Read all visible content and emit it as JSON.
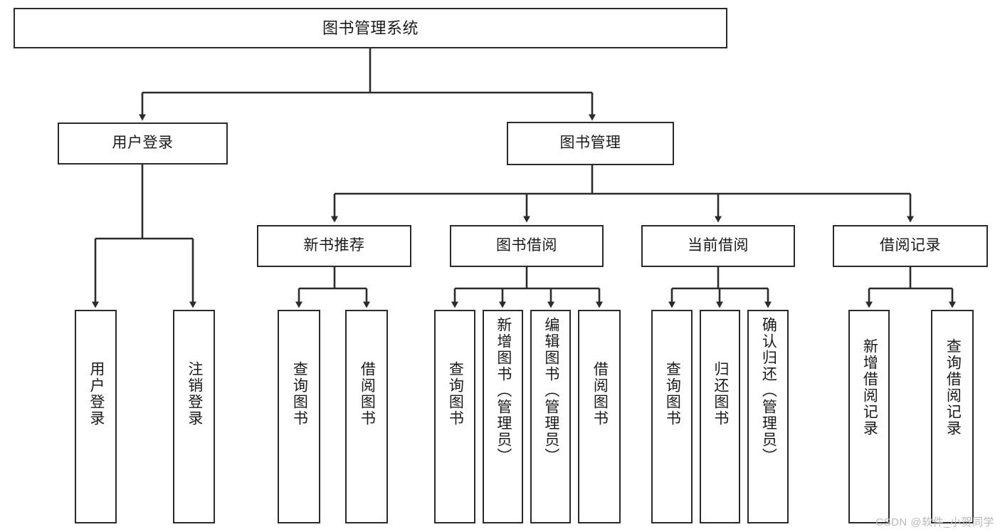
{
  "diagram": {
    "title": "图书管理系统",
    "watermark": "CSDN @软件_小贺同学",
    "colors": {
      "box_border": "#2b2b2b",
      "box_fill": "#ffffff",
      "edge": "#2b2b2b",
      "text": "#1a1a1a",
      "watermark": "#b9b9b9",
      "background": "#ffffff"
    },
    "levels": {
      "root": "图书管理系统",
      "level2": [
        "用户登录",
        "图书管理"
      ],
      "level3": [
        "新书推荐",
        "图书借阅",
        "当前借阅",
        "借阅记录"
      ]
    },
    "nodes": {
      "root": {
        "label": "图书管理系统"
      },
      "user_login": {
        "label": "用户登录"
      },
      "book_manage": {
        "label": "图书管理"
      },
      "new_book_rec": {
        "label": "新书推荐"
      },
      "book_borrow": {
        "label": "图书借阅"
      },
      "current_borrow": {
        "label": "当前借阅"
      },
      "borrow_record": {
        "label": "借阅记录"
      },
      "leaf_user_login": {
        "label": "用户登录"
      },
      "leaf_user_logout": {
        "label": "注销登录"
      },
      "leaf_query_book_1": {
        "label": "查询图书"
      },
      "leaf_borrow_book_1": {
        "label": "借阅图书"
      },
      "leaf_query_book_2": {
        "label": "查询图书"
      },
      "leaf_add_book_admin": {
        "label": "新增图书（管理员）"
      },
      "leaf_edit_book_admin": {
        "label": "编辑图书（管理员）"
      },
      "leaf_borrow_book_2": {
        "label": "借阅图书"
      },
      "leaf_query_book_3": {
        "label": "查询图书"
      },
      "leaf_return_book": {
        "label": "归还图书"
      },
      "leaf_confirm_return_admin": {
        "label": "确认归还（管理员）"
      },
      "leaf_add_borrow_record": {
        "label": "新增借阅记录"
      },
      "leaf_query_borrow_record": {
        "label": "查询借阅记录"
      }
    }
  }
}
